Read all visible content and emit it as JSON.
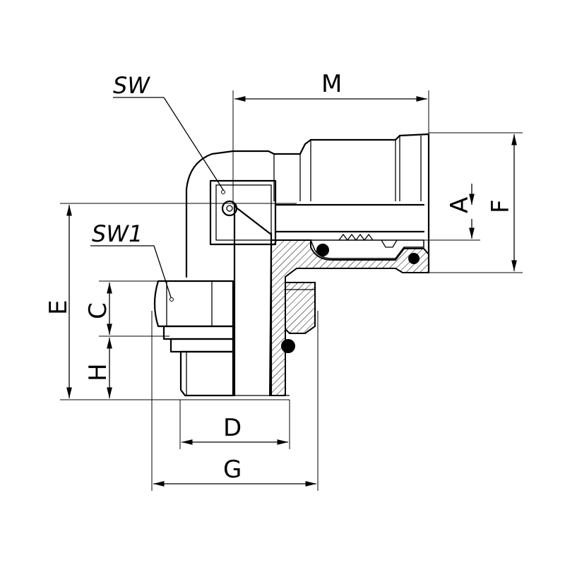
{
  "drawing": {
    "labels": {
      "sw": "SW",
      "sw1": "SW1",
      "m": "M",
      "a": "A",
      "f": "F",
      "e": "E",
      "c": "C",
      "h": "H",
      "d": "D",
      "g": "G"
    }
  }
}
